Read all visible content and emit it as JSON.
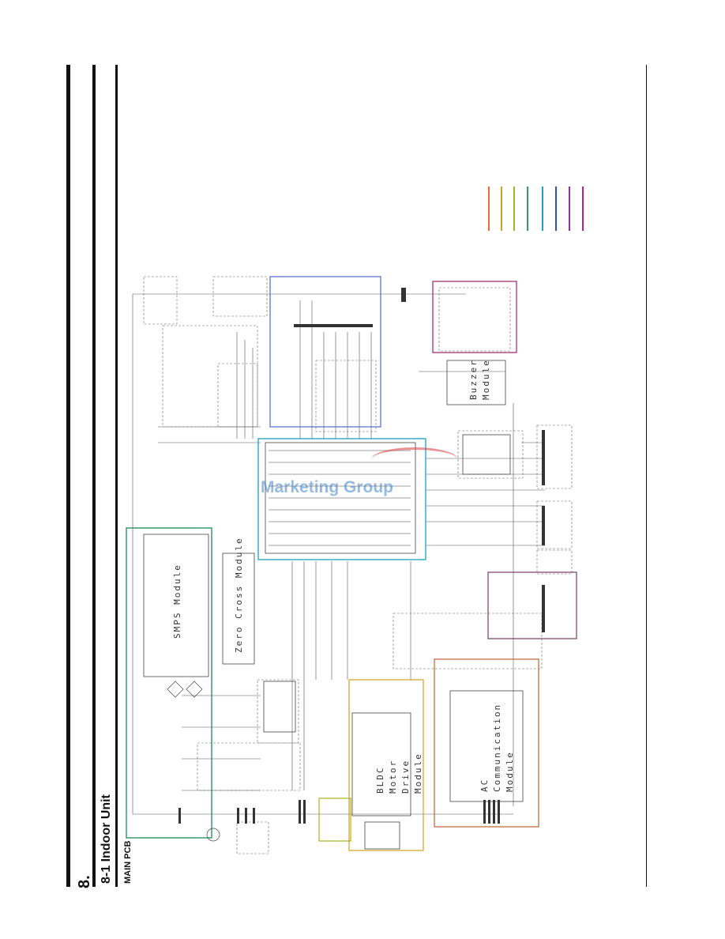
{
  "section": {
    "number": "8.",
    "title": "8-1 Indoor Unit",
    "subtitle": "MAIN PCB"
  },
  "modules": {
    "smps": "SMPS Module",
    "zero_cross": "Zero Cross Module",
    "bldc": "BLDC Motor Drive Module",
    "ac_comm": "AC Communication Module",
    "buzzer": "Buzzer Module"
  },
  "watermark": "Marketing Group",
  "colors": {
    "smps_box": "#1a8a5a",
    "mcu_box": "#1aa0c0",
    "display_box": "#4a6ad0",
    "buzzer_box": "#a0206a",
    "bldc_box": "#d0a020",
    "comm_box": "#c06030",
    "connector_box": "#7a3a6a",
    "legend": [
      "#e07030",
      "#d0a020",
      "#b0b020",
      "#30a060",
      "#20a0c0",
      "#3050c0",
      "#9030a0",
      "#c02080"
    ]
  }
}
